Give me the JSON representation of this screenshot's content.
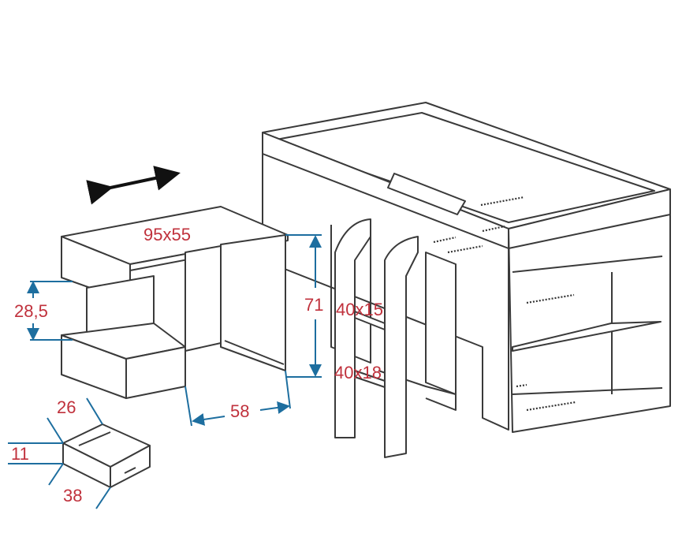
{
  "colors": {
    "line": "#3a3a3a",
    "dimension_line": "#1d6e9f",
    "label": "#c0313c"
  },
  "labels": {
    "desk_top": "95x55",
    "desk_gap_height": "28,5",
    "bed_height": "71",
    "step_upper": "40x15",
    "step_lower": "40x18",
    "desk_depth": "58",
    "drawer_width": "26",
    "drawer_height": "11",
    "drawer_depth": "38"
  }
}
